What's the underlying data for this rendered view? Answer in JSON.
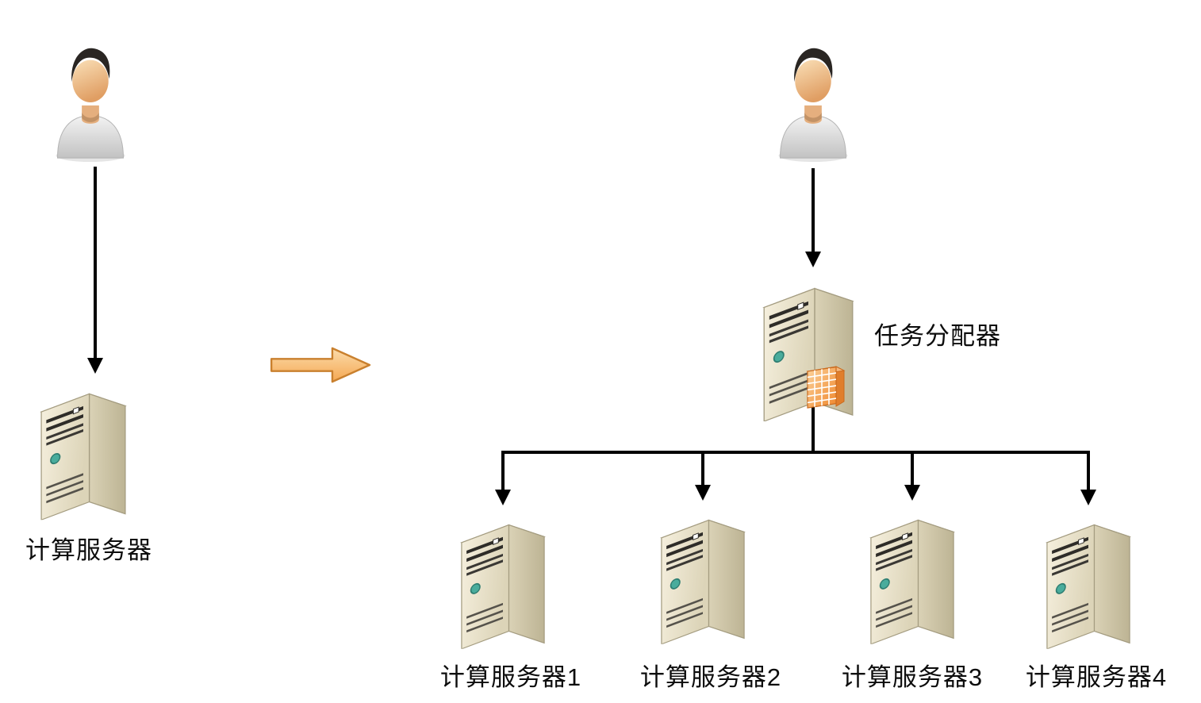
{
  "diagram": {
    "left": {
      "server_label": "计算服务器"
    },
    "right": {
      "dispatcher_label": "任务分配器",
      "servers": [
        {
          "label": "计算服务器1"
        },
        {
          "label": "计算服务器2"
        },
        {
          "label": "计算服务器3"
        },
        {
          "label": "计算服务器4"
        }
      ]
    },
    "icons": {
      "user": "user-icon",
      "server": "server-tower-icon",
      "dispatcher_grid": "grid-panel-icon",
      "transform_arrow": "right-arrow-icon",
      "connector_arrow": "black-arrow-connector"
    },
    "colors": {
      "background": "#FFFFFF",
      "connector": "#000000",
      "label_text": "#0D0D0D",
      "transform_arrow_fill": "#F7B568",
      "transform_arrow_stroke": "#C9802E",
      "server_front": "#EFE9D6",
      "server_side": "#CDC5A8",
      "server_top": "#F7F2E2",
      "server_button": "#49AC9C",
      "grid_panel_orange": "#F08C33"
    }
  }
}
